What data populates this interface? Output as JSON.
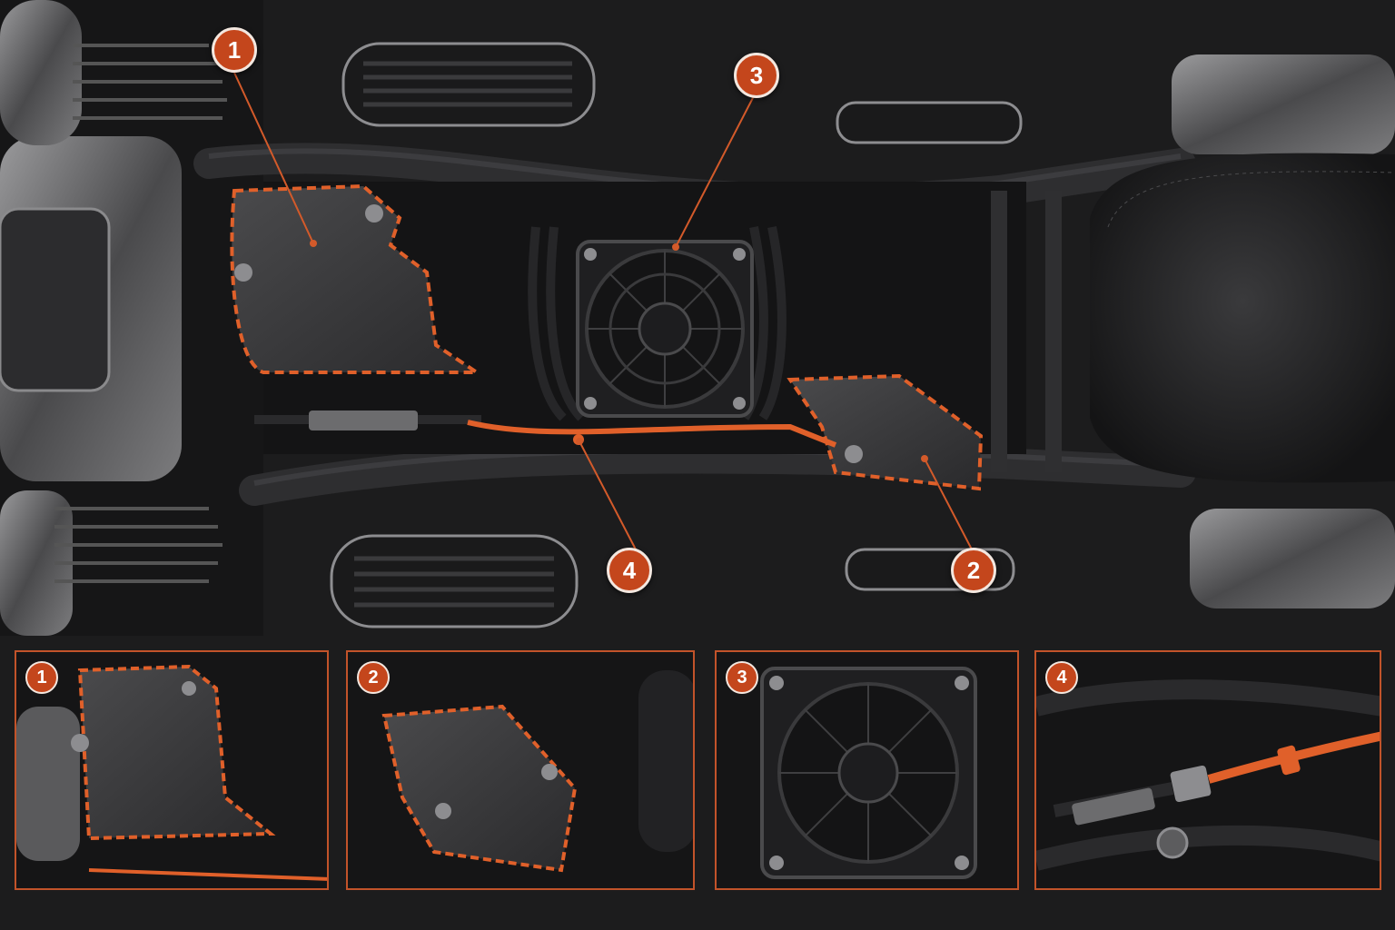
{
  "callouts": [
    {
      "id": "1",
      "label": "1"
    },
    {
      "id": "2",
      "label": "2"
    },
    {
      "id": "3",
      "label": "3"
    },
    {
      "id": "4",
      "label": "4"
    }
  ],
  "insets": [
    {
      "id": "1",
      "label": "1"
    },
    {
      "id": "2",
      "label": "2"
    },
    {
      "id": "3",
      "label": "3"
    },
    {
      "id": "4",
      "label": "4"
    }
  ],
  "colors": {
    "accent": "#c4461c",
    "highlight_dash": "#e0602a",
    "frame": "#2a2a2c",
    "background": "#1c1c1d"
  }
}
